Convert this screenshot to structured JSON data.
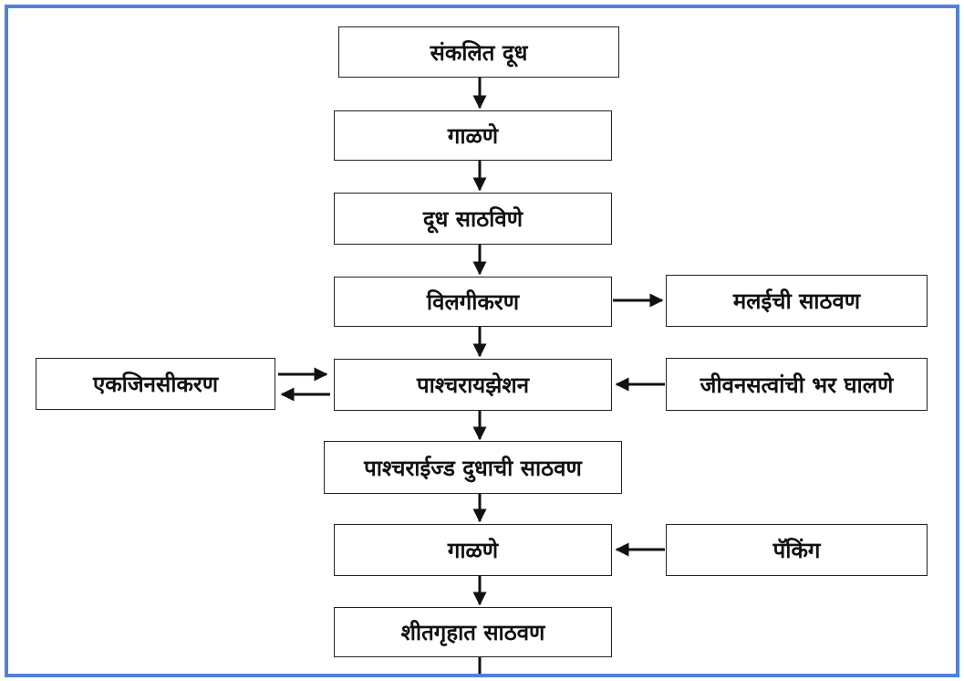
{
  "colors": {
    "frame_border": "#4f82dc",
    "line": "#111111"
  },
  "nodes": {
    "collected_milk": "संकलित दूध",
    "filtering_1": "गाळणे",
    "milk_storage": "दूध साठविणे",
    "separation": "विलगीकरण",
    "cream_storage": "मलईची साठवण",
    "homogenization": "एकजिनसीकरण",
    "pasteurization": "पाश्चरायझेशन",
    "vitamin_fortification": "जीवनसत्वांची भर घालणे",
    "pasteurized_milk_storage": "पाश्चराईज्ड दुधाची साठवण",
    "filtering_2": "गाळणे",
    "packing": "पॅकिंग",
    "cold_storage": "शीतगृहात साठवण"
  }
}
